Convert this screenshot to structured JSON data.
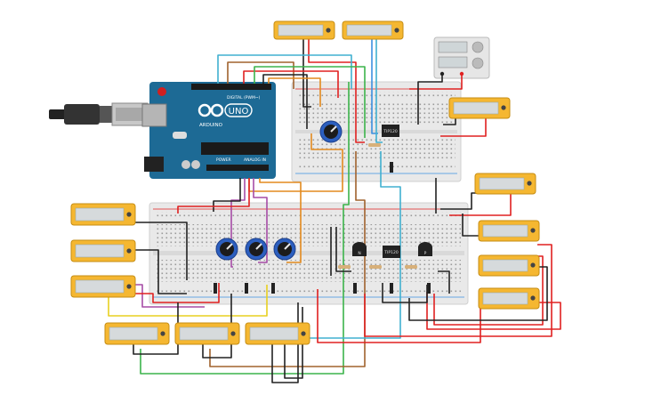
{
  "arduino": {
    "logo": "UNO",
    "model": "ARDUINO",
    "digital_label": "DIGITAL (PWM~)",
    "power_label": "POWER",
    "analog_label": "ANALOG IN"
  },
  "chips": {
    "top": "TIP120",
    "bottom": "TIP120"
  },
  "transistors": {
    "npn": "N",
    "pnp": "P"
  },
  "colors": {
    "meter_body": "#f5b731",
    "meter_screen": "#d6dadc",
    "breadboard": "#e9e9e9",
    "arduino_board": "#1d6a95",
    "wire_red": "#e02020",
    "wire_black": "#222222",
    "wire_blue": "#3c8fe0",
    "wire_green": "#3cb44b",
    "wire_orange": "#e38a1e",
    "wire_purple": "#a64ca6",
    "wire_yellow": "#e8d020",
    "wire_brown": "#a0622d",
    "wire_cyan": "#40b0d0"
  }
}
